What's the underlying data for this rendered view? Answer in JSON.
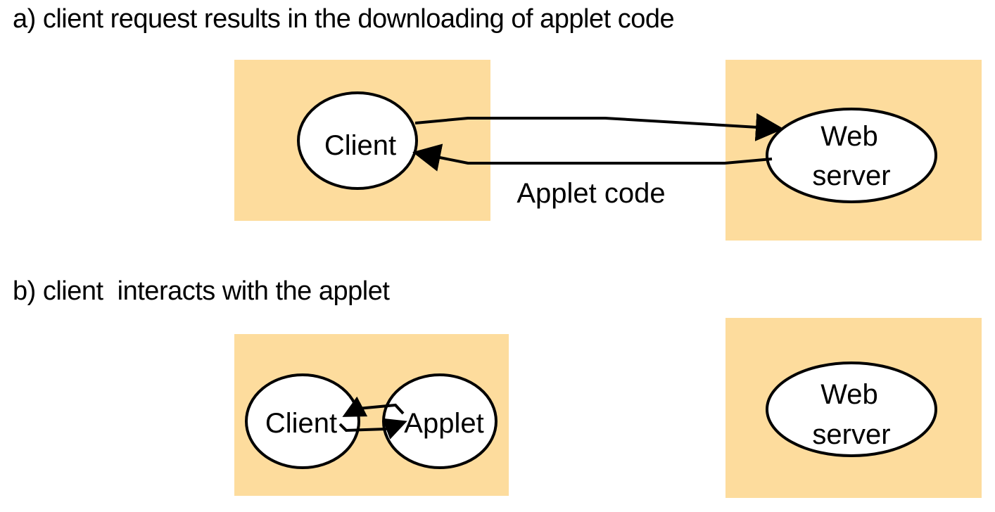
{
  "captions": {
    "a": "a) client request results in the downloading of applet code",
    "b": "b) client  interacts with the applet"
  },
  "colors": {
    "host_box": "#fddc9d",
    "node_fill": "#ffffff",
    "stroke": "#000000"
  },
  "part_a": {
    "client": "Client",
    "web_server_line1": "Web",
    "web_server_line2": "server",
    "edge_label": "Applet code"
  },
  "part_b": {
    "client": "Client",
    "applet": "Applet",
    "web_server_line1": "Web",
    "web_server_line2": "server"
  }
}
